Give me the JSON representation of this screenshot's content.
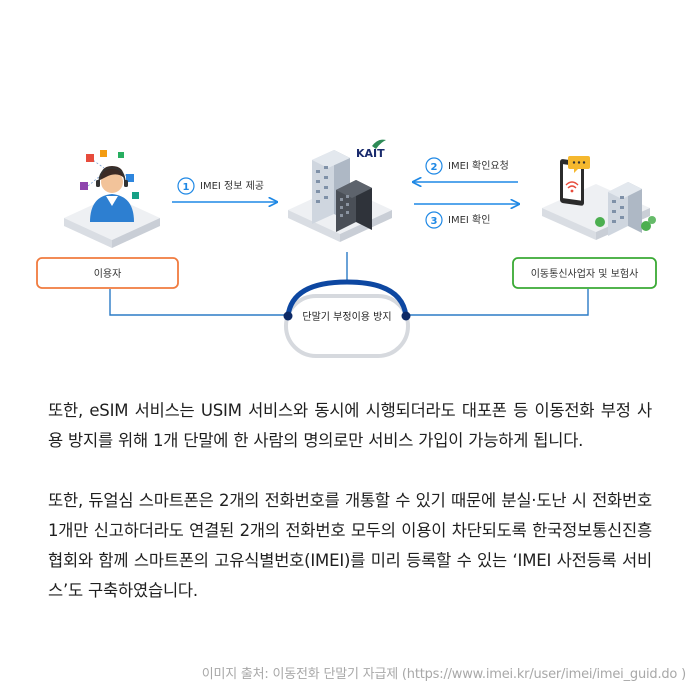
{
  "diagram": {
    "steps": [
      {
        "number": "1",
        "label": "IMEI 정보 제공"
      },
      {
        "number": "2",
        "label": "IMEI 확인요청"
      },
      {
        "number": "3",
        "label": "IMEI 확인"
      }
    ],
    "kait_logo_text": "KAIT",
    "user_box_label": "이용자",
    "carrier_box_label": "이동통신사업자 및 보험사",
    "center_label": "단말기 부정이용 방지",
    "colors": {
      "arrow_blue": "#1e88e5",
      "user_box": "#f07b3f",
      "carrier_box": "#3aaa35",
      "center_ring": "#0d47a1",
      "line": "#2b7bc6"
    }
  },
  "paragraphs": [
    "또한, eSIM 서비스는 USIM 서비스와 동시에 시행되더라도 대포폰 등 이동전화 부정 사용 방지를 위해 1개 단말에 한 사람의 명의로만 서비스 가입이 가능하게 됩니다.",
    "또한, 듀얼심 스마트폰은 2개의 전화번호를 개통할 수 있기 때문에 분실·도난 시 전화번호 1개만 신고하더라도 연결된 2개의 전화번호 모두의 이용이 차단되도록 한국정보통신진흥협회와 함께 스마트폰의 고유식별번호(IMEI)를 미리 등록할 수 있는 ‘IMEI 사전등록 서비스’도 구축하였습니다."
  ],
  "caption": "이미지 출처: 이동전화 단말기 자급제 (https://www.imei.kr/user/imei/imei_guid.do )"
}
